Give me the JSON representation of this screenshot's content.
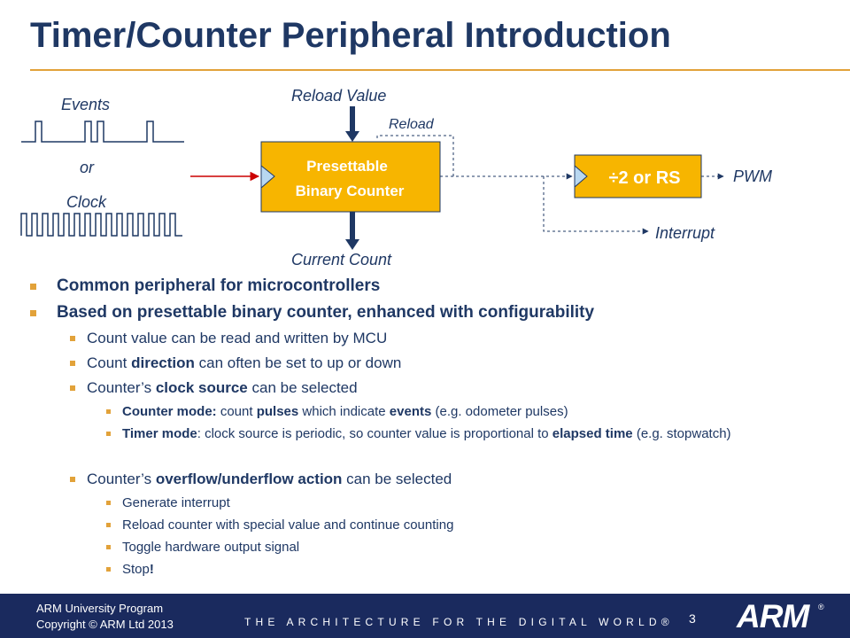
{
  "title": "Timer/Counter Peripheral Introduction",
  "diagram": {
    "events_label": "Events",
    "or_label": "or",
    "clock_label": "Clock",
    "reload_value_label": "Reload Value",
    "reload_label": "Reload",
    "counter_line1": "Presettable",
    "counter_line2": "Binary Counter",
    "divider_label": "÷2 or RS",
    "pwm_label": "PWM",
    "interrupt_label": "Interrupt",
    "current_count_label": "Current Count",
    "colors": {
      "block_fill": "#f7b500",
      "block_text": "#ffffff",
      "input_arrow": "#cc0000",
      "triangle": "#b8d7f0"
    }
  },
  "bullets": [
    {
      "level": 1,
      "parts": [
        {
          "t": "Common peripheral for microcontrollers",
          "b": true
        }
      ]
    },
    {
      "level": 1,
      "parts": [
        {
          "t": "Based on presettable binary counter, enhanced with configurability",
          "b": true
        }
      ]
    },
    {
      "level": 2,
      "parts": [
        {
          "t": "Count value can be read and written by MCU",
          "b": false
        }
      ]
    },
    {
      "level": 2,
      "parts": [
        {
          "t": "Count ",
          "b": false
        },
        {
          "t": "direction",
          "b": true
        },
        {
          "t": " can often be set to up or down",
          "b": false
        }
      ]
    },
    {
      "level": 2,
      "parts": [
        {
          "t": "Counter’s ",
          "b": false
        },
        {
          "t": "clock source",
          "b": true
        },
        {
          "t": " can be selected",
          "b": false
        }
      ]
    },
    {
      "level": 3,
      "parts": [
        {
          "t": "Counter mode:",
          "b": true
        },
        {
          "t": " count ",
          "b": false
        },
        {
          "t": "pulses",
          "b": true
        },
        {
          "t": " which indicate ",
          "b": false
        },
        {
          "t": "events",
          "b": true
        },
        {
          "t": " (e.g. odometer pulses)",
          "b": false
        }
      ]
    },
    {
      "level": 3,
      "wrap": true,
      "parts": [
        {
          "t": "Timer mode",
          "b": true
        },
        {
          "t": ": clock source is periodic, so counter value is proportional to ",
          "b": false
        },
        {
          "t": "elapsed time",
          "b": true
        },
        {
          "t": " (e.g. stopwatch)",
          "b": false
        }
      ]
    },
    {
      "level": 2,
      "parts": [
        {
          "t": "Counter’s ",
          "b": false
        },
        {
          "t": "overflow/underflow action",
          "b": true
        },
        {
          "t": " can be selected",
          "b": false
        }
      ]
    },
    {
      "level": 3,
      "parts": [
        {
          "t": "Generate interrupt",
          "b": false
        }
      ]
    },
    {
      "level": 3,
      "parts": [
        {
          "t": "Reload counter with special value and continue counting",
          "b": false
        }
      ]
    },
    {
      "level": 3,
      "parts": [
        {
          "t": "Toggle hardware output signal",
          "b": false
        }
      ]
    },
    {
      "level": 3,
      "parts": [
        {
          "t": "Stop",
          "b": false
        },
        {
          "t": "!",
          "b": true
        }
      ]
    }
  ],
  "footer": {
    "program": "ARM University Program",
    "copyright": "Copyright © ARM Ltd 2013",
    "tagline": "THE ARCHITECTURE FOR THE DIGITAL WORLD®",
    "page_number": "3",
    "logo": "ARM",
    "logo_mark": "®",
    "colors": {
      "background": "#1a2a5e",
      "accent": "#e2a23a"
    }
  }
}
